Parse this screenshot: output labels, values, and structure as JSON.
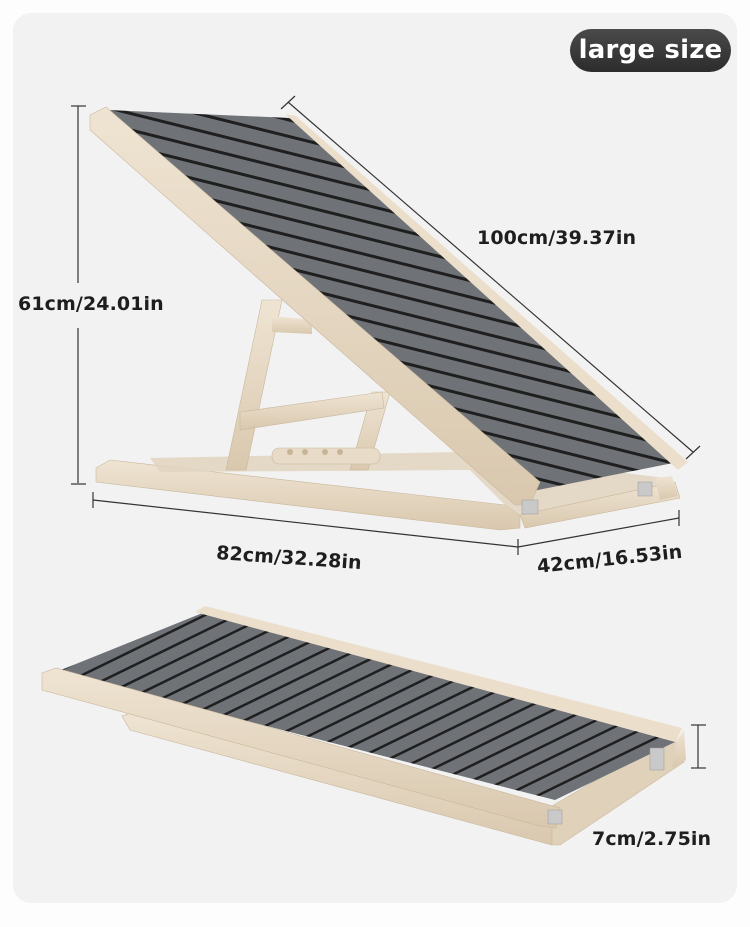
{
  "badge": {
    "label": "large size",
    "color": "#333333"
  },
  "dimensions": {
    "height": {
      "label": "61cm/24.01in"
    },
    "length": {
      "label": "100cm/39.37in"
    },
    "base_length": {
      "label": "82cm/32.28in"
    },
    "width": {
      "label": "42cm/16.53in"
    },
    "folded_thickness": {
      "label": "7cm/2.75in"
    }
  },
  "product": {
    "views": [
      "inclined-ramp",
      "folded-ramp"
    ],
    "colors": {
      "wood": "#e6d8c3",
      "carpet": "#6b6e73",
      "carpet_stripe": "#1e1e1e",
      "background": "#f2f2f2"
    }
  }
}
